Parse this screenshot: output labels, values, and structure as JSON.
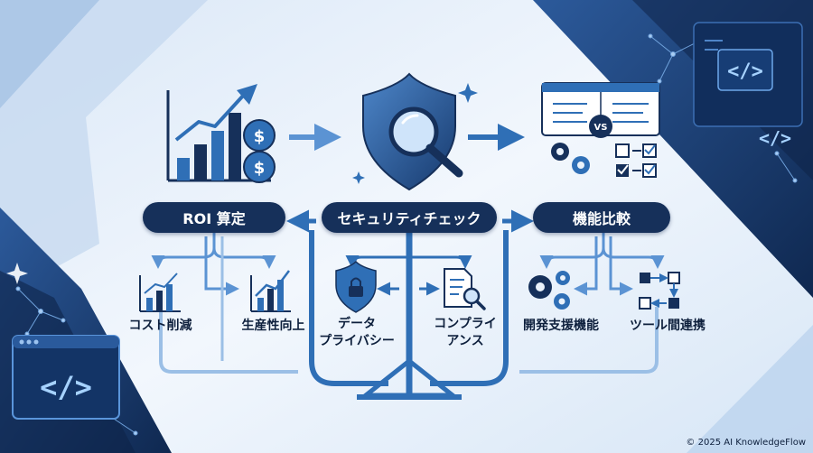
{
  "sections": [
    {
      "title": "ROI 算定",
      "items": [
        "コスト削減",
        "生産性向上"
      ]
    },
    {
      "title": "セキュリティチェック",
      "items": [
        "データ\nプライバシー",
        "コンプライ\nアンス"
      ]
    },
    {
      "title": "機能比較",
      "items": [
        "開発支援機能",
        "ツール間連携"
      ]
    }
  ],
  "vs_badge": "VS",
  "code_glyph": "</>",
  "copyright": "© 2025 AI KnowledgeFlow",
  "colors": {
    "navy": "#16305a",
    "accent": "#2f6fb6",
    "light_accent": "#5b93d3",
    "background": "#eaf2fb",
    "dark_corner": "#1b3b72"
  }
}
